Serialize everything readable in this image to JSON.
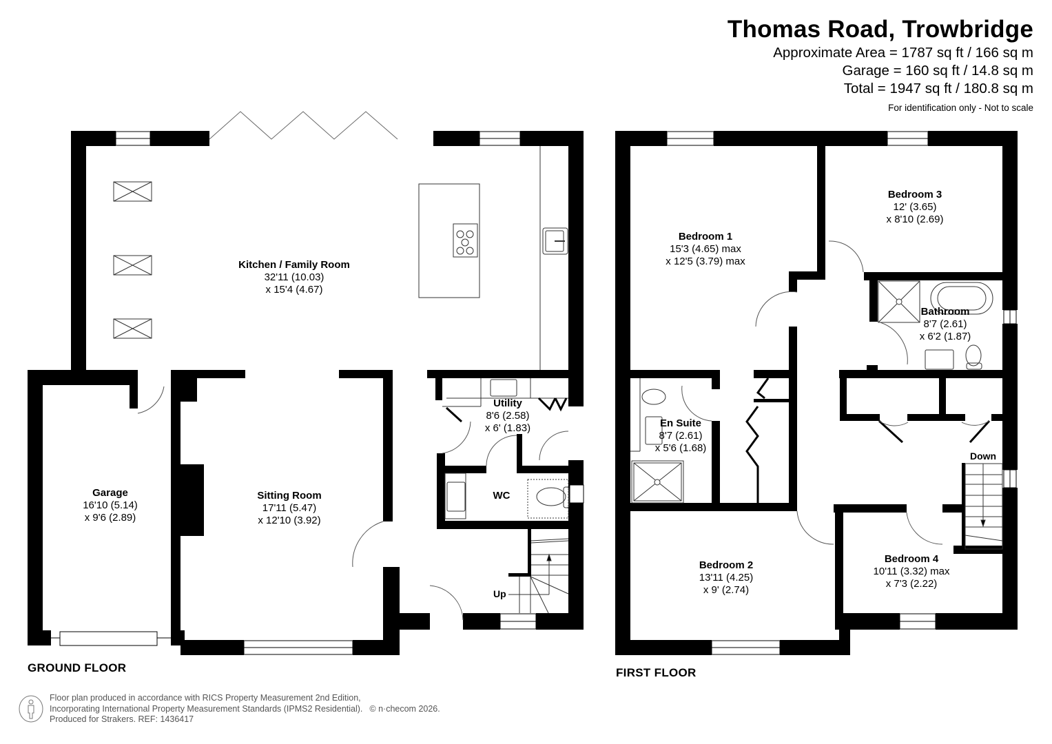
{
  "header": {
    "title": "Thomas Road, Trowbridge",
    "area_lines": [
      "Approximate Area = 1787 sq ft / 166 sq m",
      "Garage = 160 sq ft / 14.8 sq m",
      "Total = 1947 sq ft / 180.8 sq m"
    ],
    "disclaimer": "For identification only - Not to scale"
  },
  "floors": {
    "ground": {
      "label": "GROUND FLOOR",
      "rooms": [
        {
          "name": "Kitchen / Family Room",
          "dim1": "32'11 (10.03)",
          "dim2": "x 15'4 (4.67)"
        },
        {
          "name": "Garage",
          "dim1": "16'10 (5.14)",
          "dim2": "x 9'6 (2.89)"
        },
        {
          "name": "Sitting Room",
          "dim1": "17'11 (5.47)",
          "dim2": "x 12'10 (3.92)"
        },
        {
          "name": "Utility",
          "dim1": "8'6 (2.58)",
          "dim2": "x 6' (1.83)"
        },
        {
          "name": "WC",
          "dim1": "",
          "dim2": ""
        }
      ],
      "stairs_label": "Up"
    },
    "first": {
      "label": "FIRST FLOOR",
      "rooms": [
        {
          "name": "Bedroom 1",
          "dim1": "15'3 (4.65) max",
          "dim2": "x 12'5 (3.79) max"
        },
        {
          "name": "Bedroom 3",
          "dim1": "12' (3.65)",
          "dim2": "x 8'10 (2.69)"
        },
        {
          "name": "Bathroom",
          "dim1": "8'7 (2.61)",
          "dim2": "x 6'2 (1.87)"
        },
        {
          "name": "En Suite",
          "dim1": "8'7 (2.61)",
          "dim2": "x 5'6 (1.68)"
        },
        {
          "name": "Bedroom 2",
          "dim1": "13'11 (4.25)",
          "dim2": "x 9' (2.74)"
        },
        {
          "name": "Bedroom 4",
          "dim1": "10'11 (3.32) max",
          "dim2": "x 7'3 (2.22)"
        }
      ],
      "stairs_label": "Down"
    }
  },
  "footer": {
    "lines": [
      "Floor plan produced in accordance with RICS Property Measurement 2nd Edition,",
      "Incorporating International Property Measurement Standards (IPMS2 Residential).",
      "Produced for Strakers.   REF: 1436417"
    ],
    "copyright": "© n·checom 2026.",
    "icon": "person-in-circle-icon"
  },
  "colors": {
    "wall": "#000000",
    "fixture_line": "#333333",
    "door_arc": "#555555",
    "footer_text": "#555555"
  }
}
